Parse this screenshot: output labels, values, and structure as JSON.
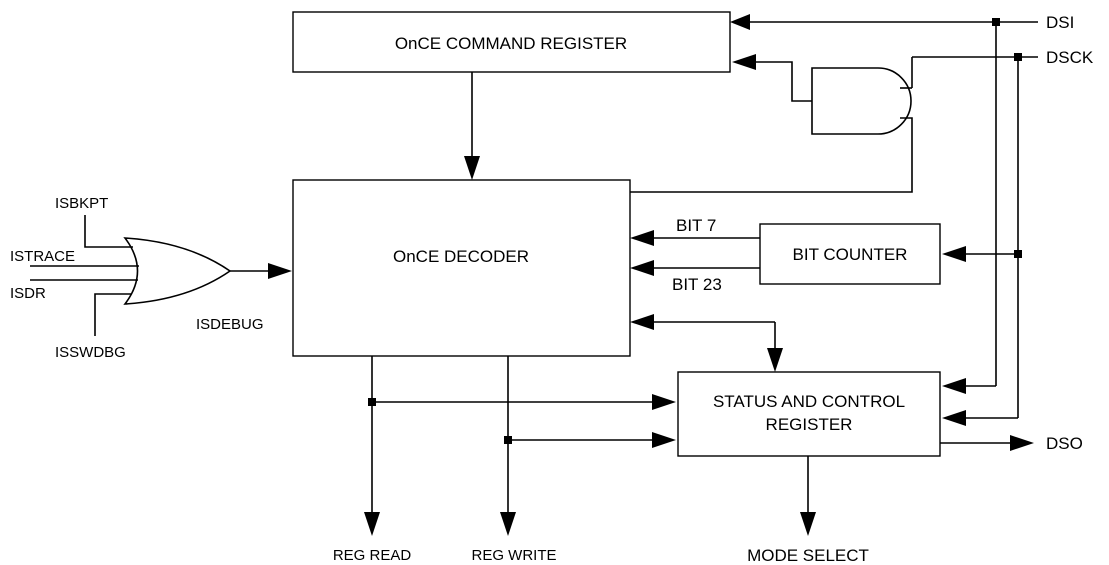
{
  "blocks": {
    "command_register": "OnCE COMMAND REGISTER",
    "decoder": "OnCE DECODER",
    "bit_counter": "BIT COUNTER",
    "status_control_line1": "STATUS AND CONTROL",
    "status_control_line2": "REGISTER"
  },
  "signals": {
    "dsi": "DSI",
    "dsck": "DSCK",
    "dso": "DSO",
    "isbkpt": "ISBKPT",
    "istrace": "ISTRACE",
    "isdr": "ISDR",
    "isswdbg": "ISSWDBG",
    "isdebug": "ISDEBUG",
    "bit7": "BIT 7",
    "bit23": "BIT 23"
  },
  "outputs": {
    "reg_read": "REG READ",
    "reg_write": "REG WRITE",
    "mode_select": "MODE SELECT"
  }
}
